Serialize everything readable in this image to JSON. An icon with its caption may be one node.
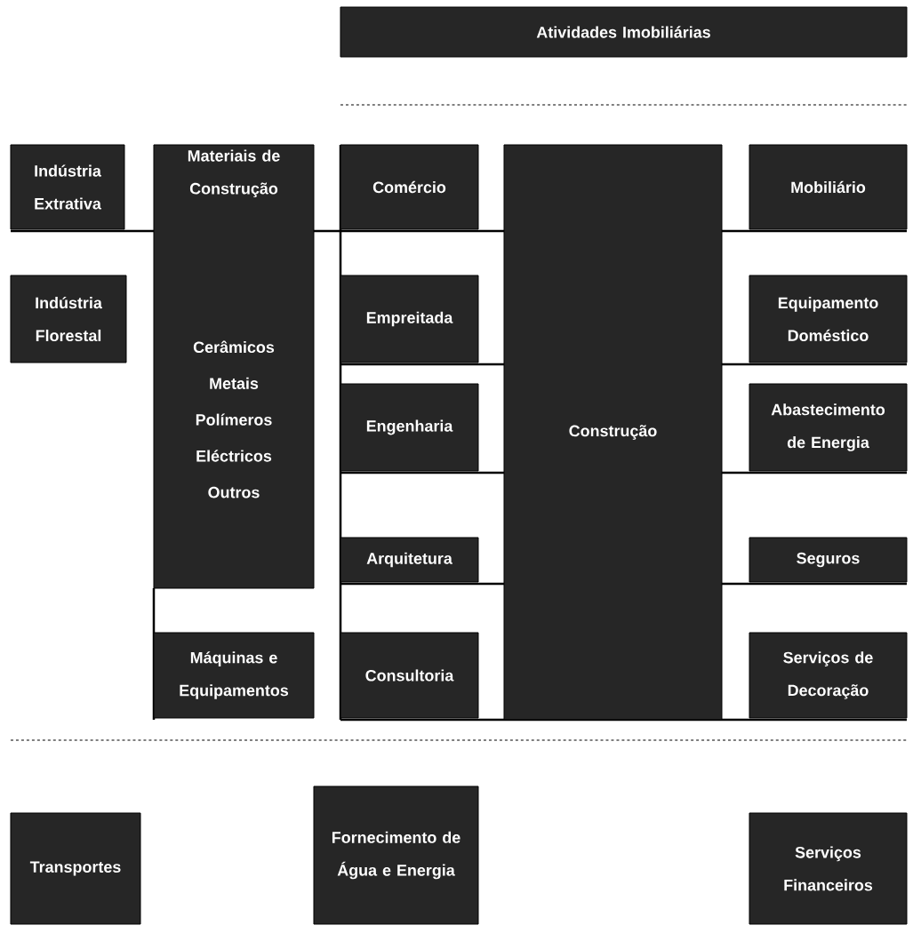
{
  "diagram": {
    "nodes": [
      {
        "text": [
          "Atividades Imobiliárias"
        ]
      },
      {
        "text": [
          "Indústria Extrativa"
        ]
      },
      {
        "text": [
          "Materiais de Construção",
          "Cerâmicos Metais Polímeros Eléctricos Outros"
        ]
      },
      {
        "text": [
          "Comércio"
        ]
      },
      {
        "text": [
          "Construção"
        ]
      },
      {
        "text": [
          "Mobiliário"
        ]
      },
      {
        "text": [
          "Indústria Florestal"
        ]
      },
      {
        "text": [
          "Empreitada"
        ]
      },
      {
        "text": [
          "Equipamento Doméstico"
        ]
      },
      {
        "text": [
          "Engenharia"
        ]
      },
      {
        "text": [
          "Abastecimento de Energia"
        ]
      },
      {
        "text": [
          "Arquitetura"
        ]
      },
      {
        "text": [
          "Seguros"
        ]
      },
      {
        "text": [
          "Máquinas e Equipamentos"
        ]
      },
      {
        "text": [
          "Consultoria"
        ]
      },
      {
        "text": [
          "Serviços de Decoração"
        ]
      },
      {
        "text": [
          "Transportes"
        ]
      },
      {
        "text": [
          "Fornecimento de Água e Energia"
        ]
      },
      {
        "text": [
          "Serviços Financeiros"
        ]
      }
    ]
  }
}
